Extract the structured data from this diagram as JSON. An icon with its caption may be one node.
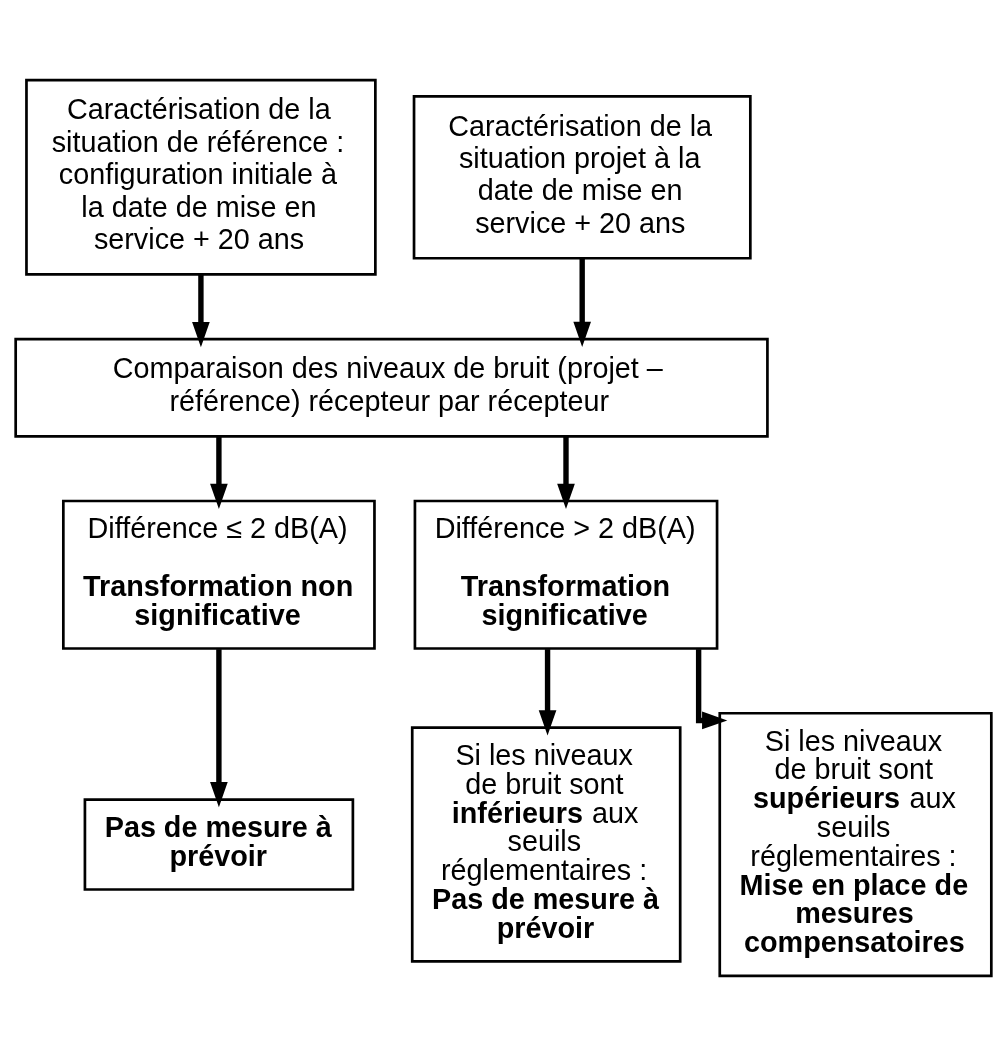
{
  "diagram": {
    "nodes": [
      {
        "text": [
          "Caractérisation de la situation de référence : configuration initiale à la date de mise en service + 20 ans"
        ]
      },
      {
        "text": [
          "Caractérisation de la situation projet à la date de mise en service + 20 ans"
        ]
      },
      {
        "text": [
          "Comparaison des niveaux de bruit (projet – référence) récepteur par récepteur"
        ]
      },
      {
        "text": [
          "Différence ≤ 2 dB(A)",
          "Transformation non significative"
        ]
      },
      {
        "text": [
          "Différence > 2 dB(A)",
          "Transformation significative"
        ]
      },
      {
        "text": [
          "Pas de mesure à prévoir"
        ]
      },
      {
        "text": [
          "Si les niveaux de bruit sont **inférieurs** aux seuils réglementaires : **Pas de mesure à prévoir**"
        ]
      },
      {
        "text": [
          "Si les niveaux de bruit sont **supérieurs** aux seuils réglementaires : **Mise en place de mesures compensatoires**"
        ]
      }
    ],
    "edges": [
      {
        "from": 0,
        "to": 2,
        "arrow": "to"
      },
      {
        "from": 1,
        "to": 2,
        "arrow": "to"
      },
      {
        "from": 2,
        "to": 3,
        "arrow": "to"
      },
      {
        "from": 2,
        "to": 4,
        "arrow": "to"
      },
      {
        "from": 3,
        "to": 5,
        "arrow": "to"
      },
      {
        "from": 4,
        "to": 6,
        "arrow": "to"
      },
      {
        "from": 4,
        "to": 7,
        "arrow": "to"
      }
    ]
  }
}
